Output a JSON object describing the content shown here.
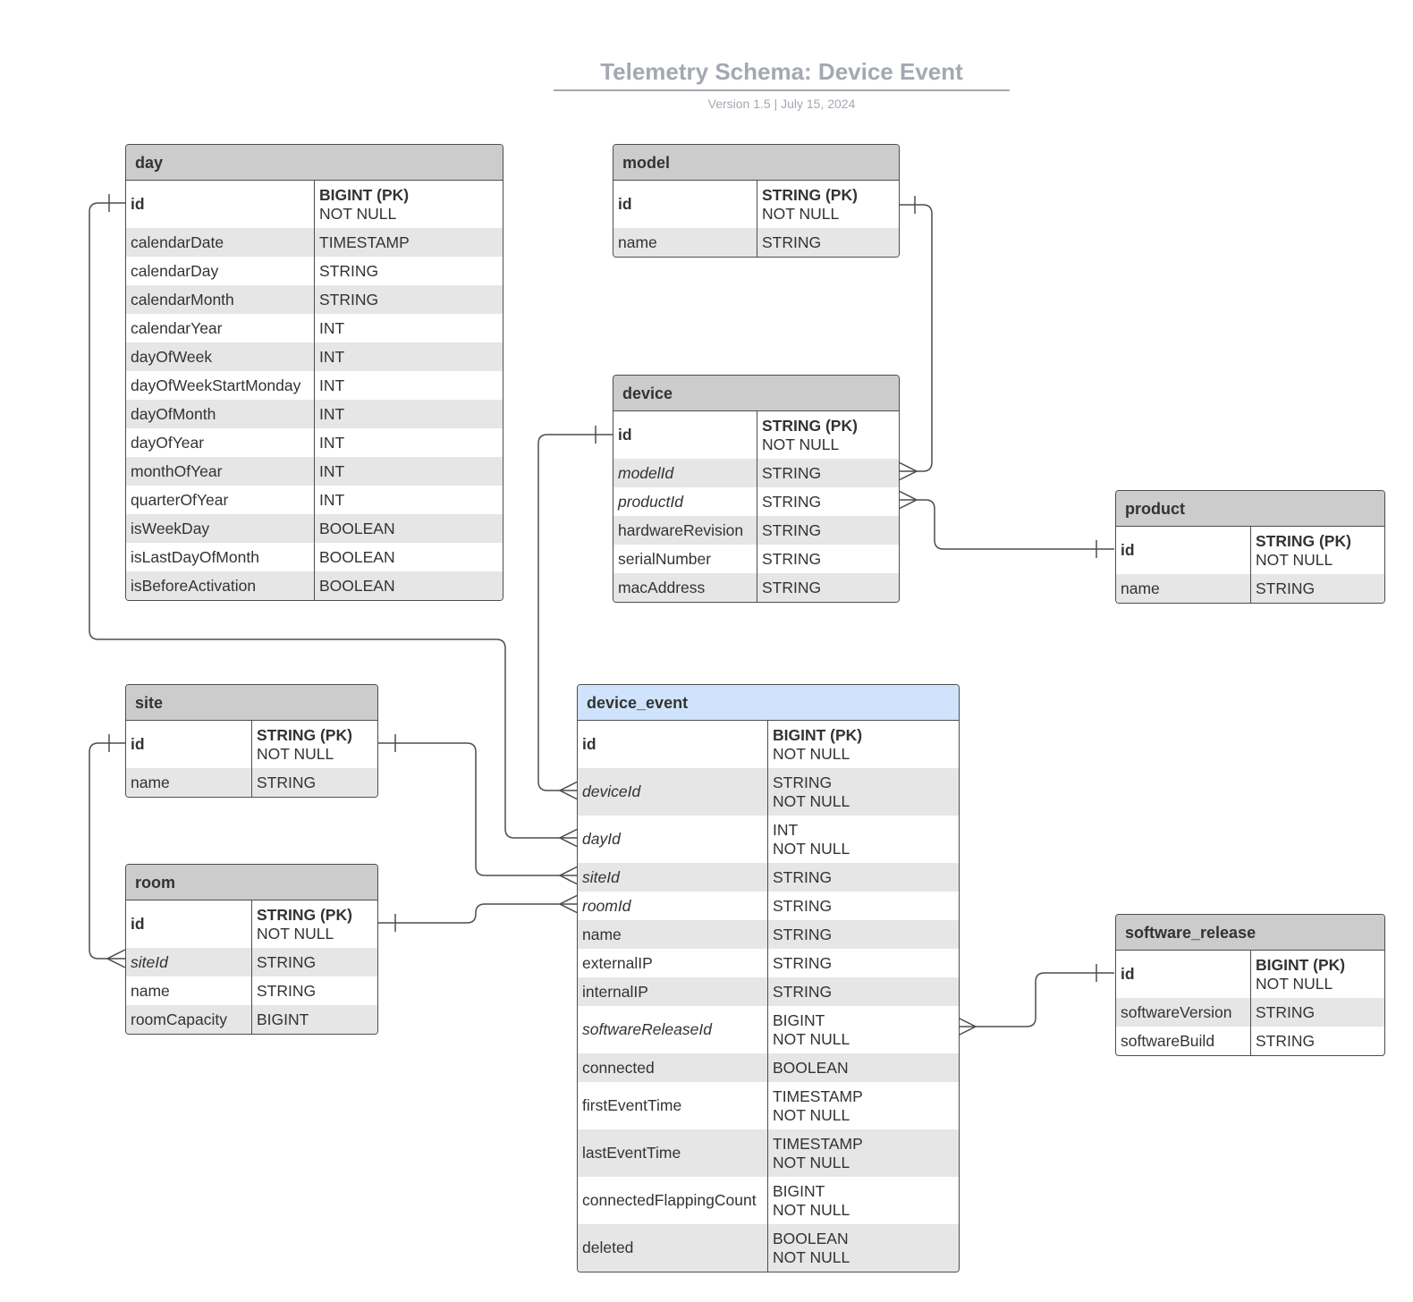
{
  "header": {
    "title": "Telemetry Schema: Device Event",
    "subtitle": "Version 1.5  |  July 15, 2024"
  },
  "colors": {
    "header_gray": "#cccccc",
    "header_highlight": "#cfe4fc",
    "row_shaded": "#e6e6e6",
    "line": "#4d4d4d",
    "title": "#a3a8b1"
  },
  "entities": {
    "day": {
      "name": "day",
      "rows": [
        {
          "name": "id",
          "role": "pk",
          "type": "BIGINT (PK)",
          "constraint": "NOT NULL"
        },
        {
          "name": "calendarDate",
          "type": "TIMESTAMP"
        },
        {
          "name": "calendarDay",
          "type": "STRING"
        },
        {
          "name": "calendarMonth",
          "type": "STRING"
        },
        {
          "name": "calendarYear",
          "type": "INT"
        },
        {
          "name": "dayOfWeek",
          "type": "INT"
        },
        {
          "name": "dayOfWeekStartMonday",
          "type": "INT"
        },
        {
          "name": "dayOfMonth",
          "type": "INT"
        },
        {
          "name": "dayOfYear",
          "type": "INT"
        },
        {
          "name": "monthOfYear",
          "type": "INT"
        },
        {
          "name": "quarterOfYear",
          "type": "INT"
        },
        {
          "name": "isWeekDay",
          "type": "BOOLEAN"
        },
        {
          "name": "isLastDayOfMonth",
          "type": "BOOLEAN"
        },
        {
          "name": "isBeforeActivation",
          "type": "BOOLEAN"
        }
      ]
    },
    "model": {
      "name": "model",
      "rows": [
        {
          "name": "id",
          "role": "pk",
          "type": "STRING (PK)",
          "constraint": "NOT NULL"
        },
        {
          "name": "name",
          "type": "STRING"
        }
      ]
    },
    "device": {
      "name": "device",
      "rows": [
        {
          "name": "id",
          "role": "pk",
          "type": "STRING (PK)",
          "constraint": "NOT NULL"
        },
        {
          "name": "modelId",
          "role": "fk",
          "type": "STRING"
        },
        {
          "name": "productId",
          "role": "fk",
          "type": "STRING"
        },
        {
          "name": "hardwareRevision",
          "type": "STRING"
        },
        {
          "name": "serialNumber",
          "type": "STRING"
        },
        {
          "name": "macAddress",
          "type": "STRING"
        }
      ]
    },
    "product": {
      "name": "product",
      "rows": [
        {
          "name": "id",
          "role": "pk",
          "type": "STRING (PK)",
          "constraint": "NOT NULL"
        },
        {
          "name": "name",
          "type": "STRING"
        }
      ]
    },
    "site": {
      "name": "site",
      "rows": [
        {
          "name": "id",
          "role": "pk",
          "type": "STRING (PK)",
          "constraint": "NOT NULL"
        },
        {
          "name": "name",
          "type": "STRING"
        }
      ]
    },
    "room": {
      "name": "room",
      "rows": [
        {
          "name": "id",
          "role": "pk",
          "type": "STRING (PK)",
          "constraint": "NOT NULL"
        },
        {
          "name": "siteId",
          "role": "fk",
          "type": "STRING"
        },
        {
          "name": "name",
          "type": "STRING"
        },
        {
          "name": "roomCapacity",
          "type": "BIGINT"
        }
      ]
    },
    "device_event": {
      "name": "device_event",
      "rows": [
        {
          "name": "id",
          "role": "pk",
          "type": "BIGINT (PK)",
          "constraint": "NOT NULL"
        },
        {
          "name": "deviceId",
          "role": "fk",
          "type": "STRING",
          "constraint": "NOT NULL"
        },
        {
          "name": "dayId",
          "role": "fk",
          "type": "INT",
          "constraint": "NOT NULL"
        },
        {
          "name": "siteId",
          "role": "fk",
          "type": "STRING"
        },
        {
          "name": "roomId",
          "role": "fk",
          "type": "STRING"
        },
        {
          "name": "name",
          "type": "STRING"
        },
        {
          "name": "externalIP",
          "type": "STRING"
        },
        {
          "name": "internalIP",
          "type": "STRING"
        },
        {
          "name": "softwareReleaseId",
          "role": "fk",
          "type": "BIGINT",
          "constraint": "NOT NULL"
        },
        {
          "name": "connected",
          "type": "BOOLEAN"
        },
        {
          "name": "firstEventTime",
          "type": "TIMESTAMP",
          "constraint": "NOT NULL"
        },
        {
          "name": "lastEventTime",
          "type": "TIMESTAMP",
          "constraint": "NOT NULL"
        },
        {
          "name": "connectedFlappingCount",
          "type": "BIGINT",
          "constraint": "NOT NULL"
        },
        {
          "name": "deleted",
          "type": "BOOLEAN",
          "constraint": "NOT NULL"
        }
      ]
    },
    "software_release": {
      "name": "software_release",
      "rows": [
        {
          "name": "id",
          "role": "pk",
          "type": "BIGINT (PK)",
          "constraint": "NOT NULL"
        },
        {
          "name": "softwareVersion",
          "type": "STRING"
        },
        {
          "name": "softwareBuild",
          "type": "STRING"
        }
      ]
    }
  }
}
